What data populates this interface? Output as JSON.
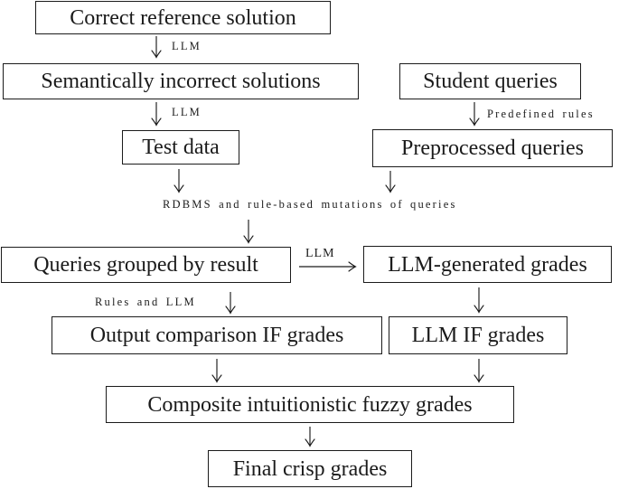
{
  "figure": {
    "background": "#ffffff",
    "ink_color": "#1b1b1b"
  },
  "nodes": [
    {
      "id": "correct-reference-solution",
      "label": "Correct reference solution"
    },
    {
      "id": "semantically-incorrect-solutions",
      "label": "Semantically incorrect solutions"
    },
    {
      "id": "test-data",
      "label": "Test data"
    },
    {
      "id": "student-queries",
      "label": "Student queries"
    },
    {
      "id": "preprocessed-queries",
      "label": "Preprocessed queries"
    },
    {
      "id": "queries-grouped-by-result",
      "label": "Queries grouped by result"
    },
    {
      "id": "llm-generated-grades",
      "label": "LLM-generated grades"
    },
    {
      "id": "output-comparison-if-grades",
      "label": "Output comparison IF grades"
    },
    {
      "id": "llm-if-grades",
      "label": "LLM IF grades"
    },
    {
      "id": "composite-intuitionistic-fuzzy-grades",
      "label": "Composite intuitionistic fuzzy grades"
    },
    {
      "id": "final-crisp-grades",
      "label": "Final crisp grades"
    }
  ],
  "edge_labels": [
    {
      "id": "llm-correct-to-incorrect",
      "text": "LLM"
    },
    {
      "id": "llm-incorrect-to-testdata",
      "text": "LLM"
    },
    {
      "id": "predefined-rules",
      "text": "Predefined rules"
    },
    {
      "id": "rdbms-mutations",
      "text": "RDBMS and rule-based mutations of queries"
    },
    {
      "id": "llm-grouped-to-generated",
      "text": "LLM"
    },
    {
      "id": "rules-and-llm",
      "text": "Rules and LLM"
    }
  ]
}
